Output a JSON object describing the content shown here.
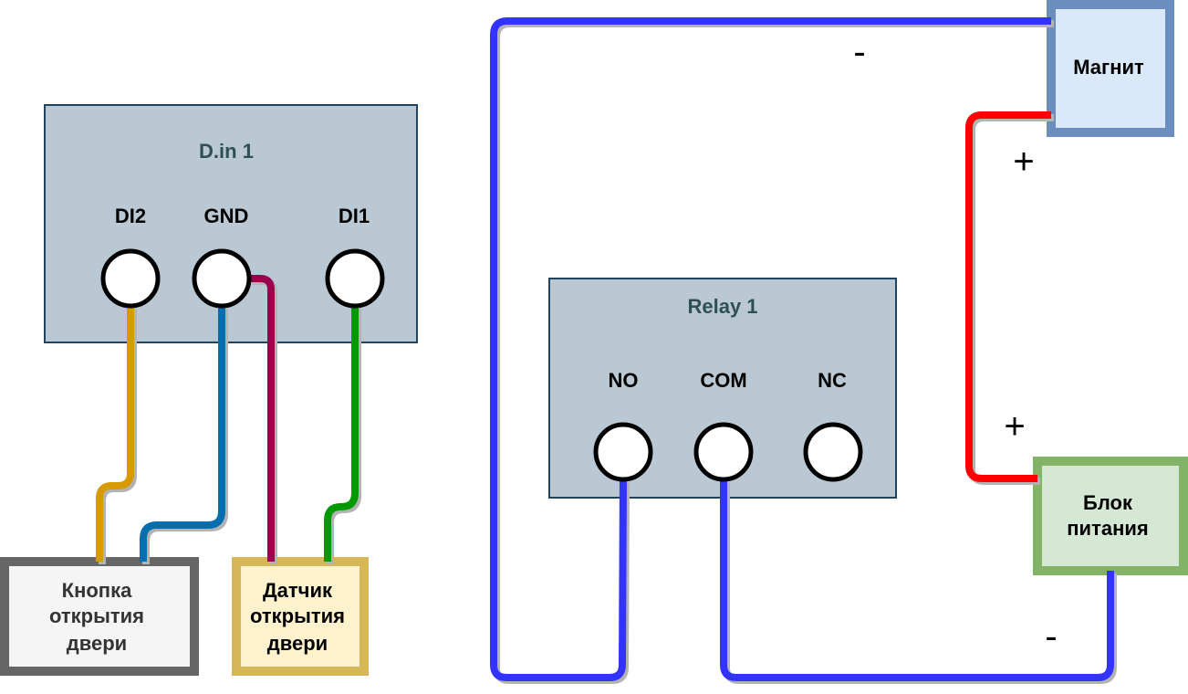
{
  "modules": {
    "din": {
      "title": "D.in 1",
      "fill": "#bac8d3",
      "stroke": "#23445d",
      "pins": [
        {
          "id": "di2",
          "label": "DI2"
        },
        {
          "id": "gnd",
          "label": "GND"
        },
        {
          "id": "di1",
          "label": "DI1"
        }
      ]
    },
    "relay": {
      "title": "Relay 1",
      "fill": "#bac8d3",
      "stroke": "#23445d",
      "pins": [
        {
          "id": "no",
          "label": "NO"
        },
        {
          "id": "com",
          "label": "COM"
        },
        {
          "id": "nc",
          "label": "NC"
        }
      ]
    }
  },
  "devices": {
    "button": {
      "lines": [
        "Кнопка",
        "открытия",
        "двери"
      ],
      "fill": "#f5f5f5",
      "stroke": "#666666",
      "text_color": "#333333"
    },
    "sensor": {
      "lines": [
        "Датчик",
        "открытия",
        "двери"
      ],
      "fill": "#fff2cc",
      "stroke": "#d6b656",
      "text_color": "#000000"
    },
    "magnet": {
      "lines": [
        "Магнит"
      ],
      "fill": "#dae8fc",
      "stroke": "#6c8ebf",
      "text_color": "#000000"
    },
    "psu": {
      "lines": [
        "Блок",
        "питания"
      ],
      "fill": "#d5e8d4",
      "stroke": "#82b366",
      "text_color": "#000000"
    }
  },
  "polarity_labels": {
    "magnet_minus": "-",
    "magnet_plus": "+",
    "psu_plus": "+",
    "psu_minus": "-"
  },
  "wire_colors": {
    "di2_button": "#d79b00",
    "gnd_button": "#006eaf",
    "gnd_sensor": "#99004d",
    "di1_sensor": "#009900",
    "minus_loop": "#3333ff",
    "plus_line": "#ff0000",
    "shadow": "#b3b3b3"
  },
  "connections": [
    {
      "from": "DI2",
      "to": "Кнопка открытия двери"
    },
    {
      "from": "GND",
      "to": "Кнопка открытия двери"
    },
    {
      "from": "GND",
      "to": "Датчик открытия двери"
    },
    {
      "from": "DI1",
      "to": "Датчик открытия двери"
    },
    {
      "from": "NO",
      "to": "Магнит",
      "polarity": "-"
    },
    {
      "from": "COM",
      "to": "Блок питания",
      "polarity": "-"
    },
    {
      "from": "Блок питания",
      "to": "Магнит",
      "polarity": "+"
    }
  ]
}
